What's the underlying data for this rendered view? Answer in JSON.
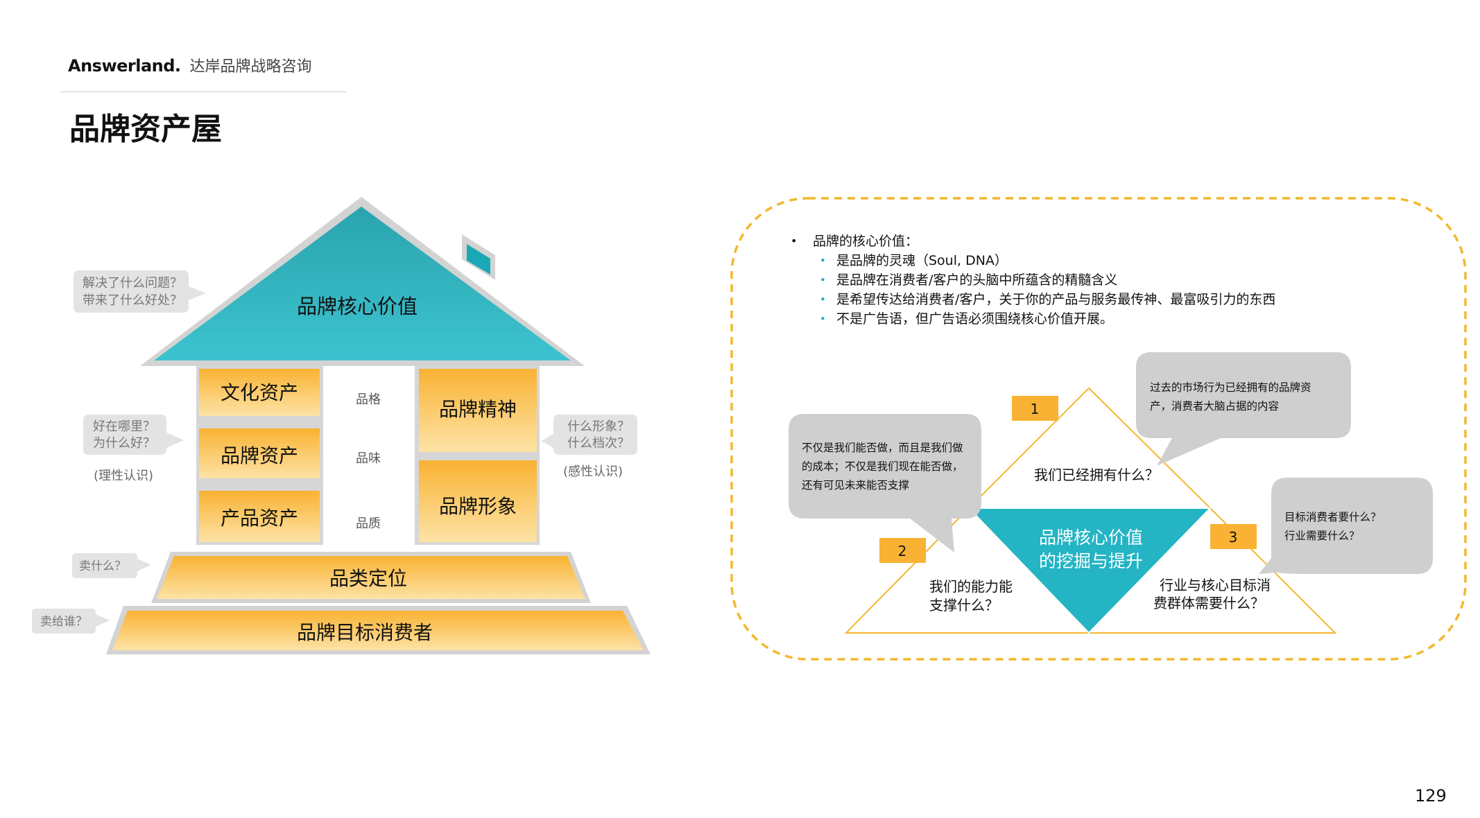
{
  "header": {
    "logo": "Answerland.",
    "subtitle": "达岸品牌战略咨询",
    "title": "品牌资产屋",
    "page_number": "129"
  },
  "colors": {
    "teal": "#2fb6c3",
    "orange": "#f9b233",
    "light_orange": "#fde1a0",
    "gray_bubble": "#d9d9d9",
    "dash_border": "#f4b72e"
  },
  "house": {
    "roof": "品牌核心价值",
    "left_blocks": [
      "文化资产",
      "品牌资产",
      "产品资产"
    ],
    "middle_labels": [
      "品格",
      "品味",
      "品质"
    ],
    "right_blocks": [
      "品牌精神",
      "品牌形象"
    ],
    "base_top": "品类定位",
    "base_bottom": "品牌目标消费者",
    "callouts": {
      "roof_q_line1": "解决了什么问题？",
      "roof_q_line2": "带来了什么好处？",
      "left_q_line1": "好在哪里？",
      "left_q_line2": "为什么好？",
      "left_note": "(理性认识)",
      "right_q_line1": "什么形象？",
      "right_q_line2": "什么档次？",
      "right_note": "(感性认识)",
      "sell_what": "卖什么？",
      "sell_who": "卖给谁？"
    }
  },
  "core_value": {
    "heading": "品牌的核心价值：",
    "points": [
      "是品牌的灵魂（Soul, DNA）",
      "是品牌在消费者/客户的头脑中所蕴含的精髓含义",
      "是希望传达给消费者/客户，关于你的产品与服务最传神、最富吸引力的东西",
      "不是广告语，但广告语必须围绕核心价值开展。"
    ]
  },
  "triangle": {
    "center_line1": "品牌核心价值",
    "center_line2": "的挖掘与提升",
    "top_q": "我们已经拥有什么？",
    "left_q_line1": "我们的能力能",
    "left_q_line2": "支撑什么？",
    "right_q_line1": "行业与核心目标消",
    "right_q_line2": "费群体需要什么？",
    "num1": "1",
    "num2": "2",
    "num3": "3",
    "bubble_top_line1": "过去的市场行为已经拥有的品牌资",
    "bubble_top_line2": "产，消费者大脑占据的内容",
    "bubble_left_line1": "不仅是我们能否做，而且是我们做",
    "bubble_left_line2": "的成本；不仅是我们现在能否做，",
    "bubble_left_line3": "还有可见未来能否支撑",
    "bubble_right_line1": "目标消费者要什么？",
    "bubble_right_line2": "行业需要什么？"
  }
}
